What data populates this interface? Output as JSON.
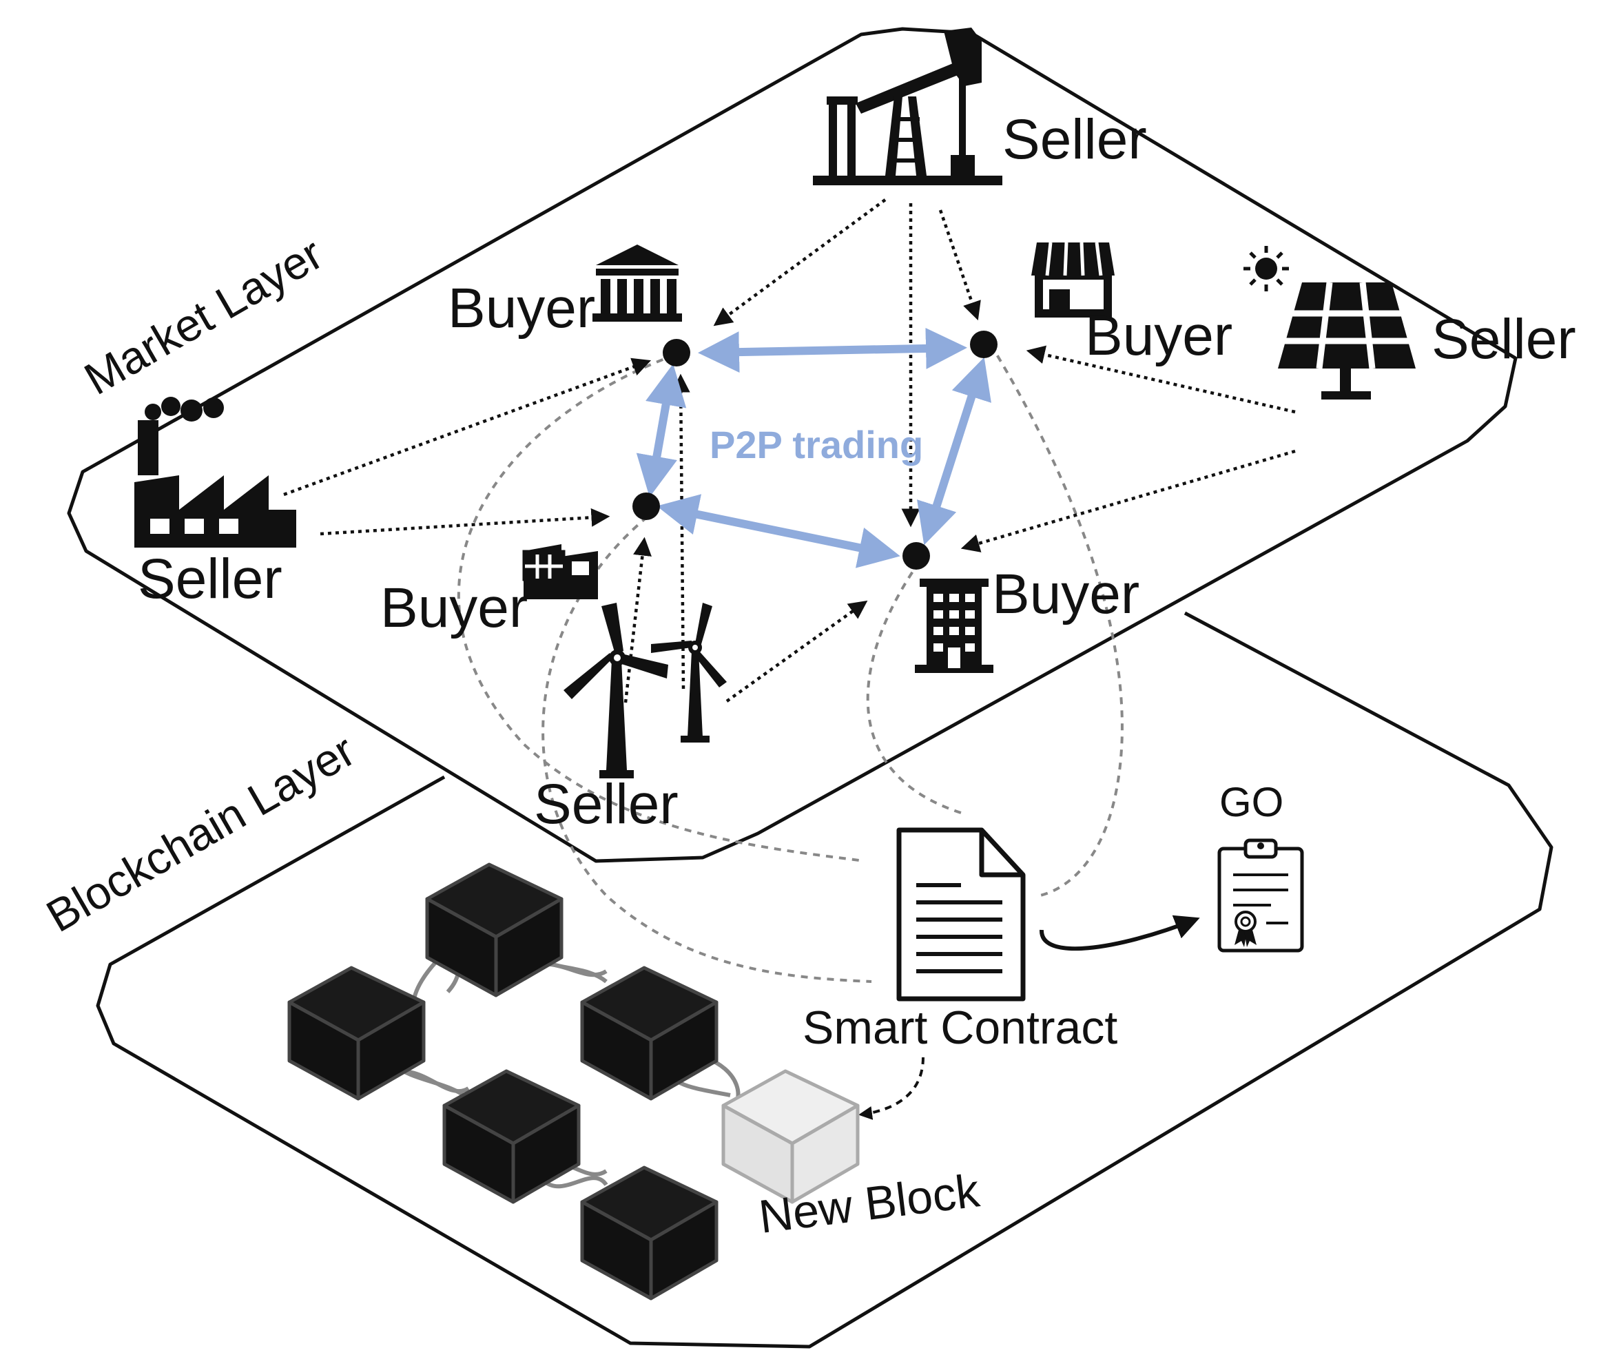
{
  "layers": {
    "market": "Market Layer",
    "blockchain": "Blockchain Layer"
  },
  "market": {
    "p2p_label": "P2P trading",
    "nodes": {
      "oil_pump": "Seller",
      "bank": "Buyer",
      "shop": "Buyer",
      "solar": "Seller",
      "factory": "Seller",
      "warehouse": "Buyer",
      "office": "Buyer",
      "wind": "Seller"
    }
  },
  "blockchain": {
    "smart_contract": "Smart Contract",
    "go": "GO",
    "new_block": "New Block"
  },
  "colors": {
    "p2p_accent": "#8fabdc",
    "ink": "#111111",
    "dashed_gray": "#888888",
    "new_block_fill": "#e6e6e6"
  }
}
